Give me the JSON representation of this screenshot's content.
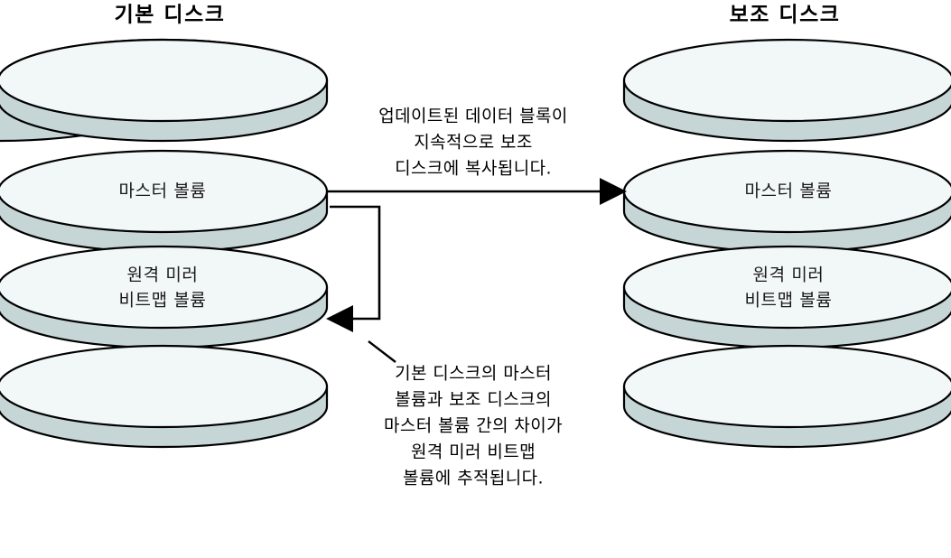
{
  "diagram": {
    "title_left": "기본 디스크",
    "title_right": "보조 디스크",
    "colors": {
      "disk_top": "#f2f7f8",
      "disk_side": "#c6d6d6",
      "outline": "#000000",
      "text": "#000000",
      "background": "#ffffff"
    }
  },
  "primary_disk": {
    "label": "기본 디스크",
    "platters": [
      {
        "label": "",
        "name": "primary-platter-1"
      },
      {
        "label": "마스터 볼륨",
        "name": "primary-platter-master-volume"
      },
      {
        "label": "원격 미러\n비트맵 볼륨",
        "line1": "원격 미러",
        "line2": "비트맵 볼륨",
        "name": "primary-platter-bitmap-volume"
      },
      {
        "label": "",
        "name": "primary-platter-4"
      }
    ]
  },
  "secondary_disk": {
    "label": "보조 디스크",
    "platters": [
      {
        "label": "",
        "name": "secondary-platter-1"
      },
      {
        "label": "마스터 볼륨",
        "name": "secondary-platter-master-volume"
      },
      {
        "label": "원격 미러\n비트맵 볼륨",
        "line1": "원격 미러",
        "line2": "비트맵 볼륨",
        "name": "secondary-platter-bitmap-volume"
      },
      {
        "label": "",
        "name": "secondary-platter-4"
      }
    ]
  },
  "annotations": {
    "replication": {
      "lines": [
        "업데이트된 데이터 블록이",
        "지속적으로 보조",
        "디스크에 복사됩니다."
      ]
    },
    "bitmap_tracking": {
      "lines": [
        "기본 디스크의 마스터",
        "볼륨과 보조 디스크의",
        "마스터 볼륨 간의 차이가",
        "원격 미러 비트맵",
        "볼륨에 추적됩니다."
      ]
    }
  }
}
